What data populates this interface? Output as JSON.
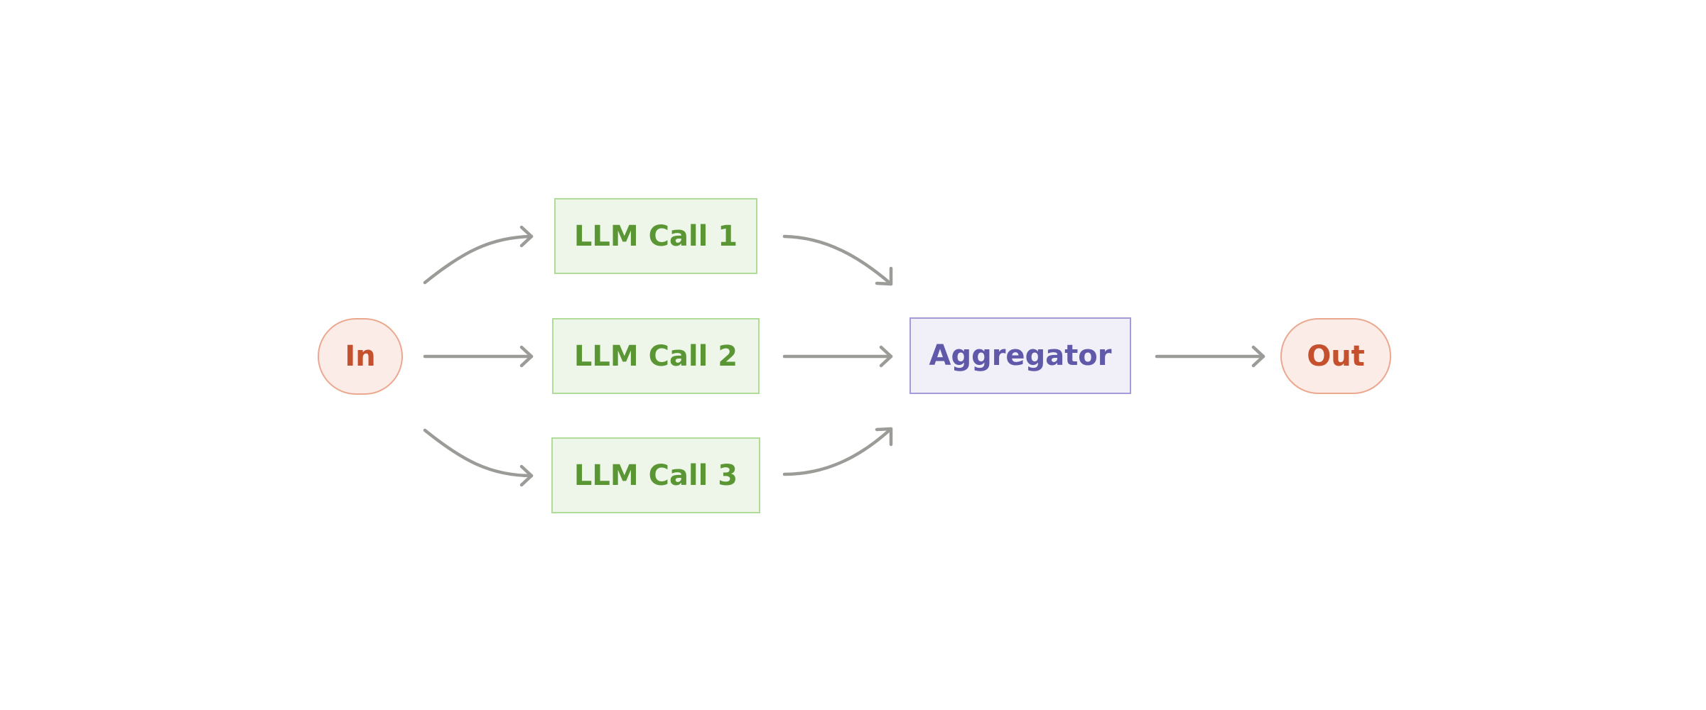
{
  "diagram": {
    "nodes": {
      "input": {
        "label": "In"
      },
      "llm_call_1": {
        "label": "LLM Call 1"
      },
      "llm_call_2": {
        "label": "LLM Call 2"
      },
      "llm_call_3": {
        "label": "LLM Call 3"
      },
      "aggregator": {
        "label": "Aggregator"
      },
      "output": {
        "label": "Out"
      }
    },
    "edges": [
      {
        "from": "input",
        "to": "llm_call_1"
      },
      {
        "from": "input",
        "to": "llm_call_2"
      },
      {
        "from": "input",
        "to": "llm_call_3"
      },
      {
        "from": "llm_call_1",
        "to": "aggregator"
      },
      {
        "from": "llm_call_2",
        "to": "aggregator"
      },
      {
        "from": "llm_call_3",
        "to": "aggregator"
      },
      {
        "from": "aggregator",
        "to": "output"
      }
    ],
    "colors": {
      "terminal_fill": "#fbece7",
      "terminal_border": "#eba88f",
      "terminal_text": "#c4502e",
      "llm_fill": "#eef6ea",
      "llm_border": "#b0dc9a",
      "llm_text": "#5a9634",
      "aggregator_fill": "#f1f0f9",
      "aggregator_border": "#a49bd8",
      "aggregator_text": "#6058a8",
      "arrow": "#9b9b98"
    }
  }
}
